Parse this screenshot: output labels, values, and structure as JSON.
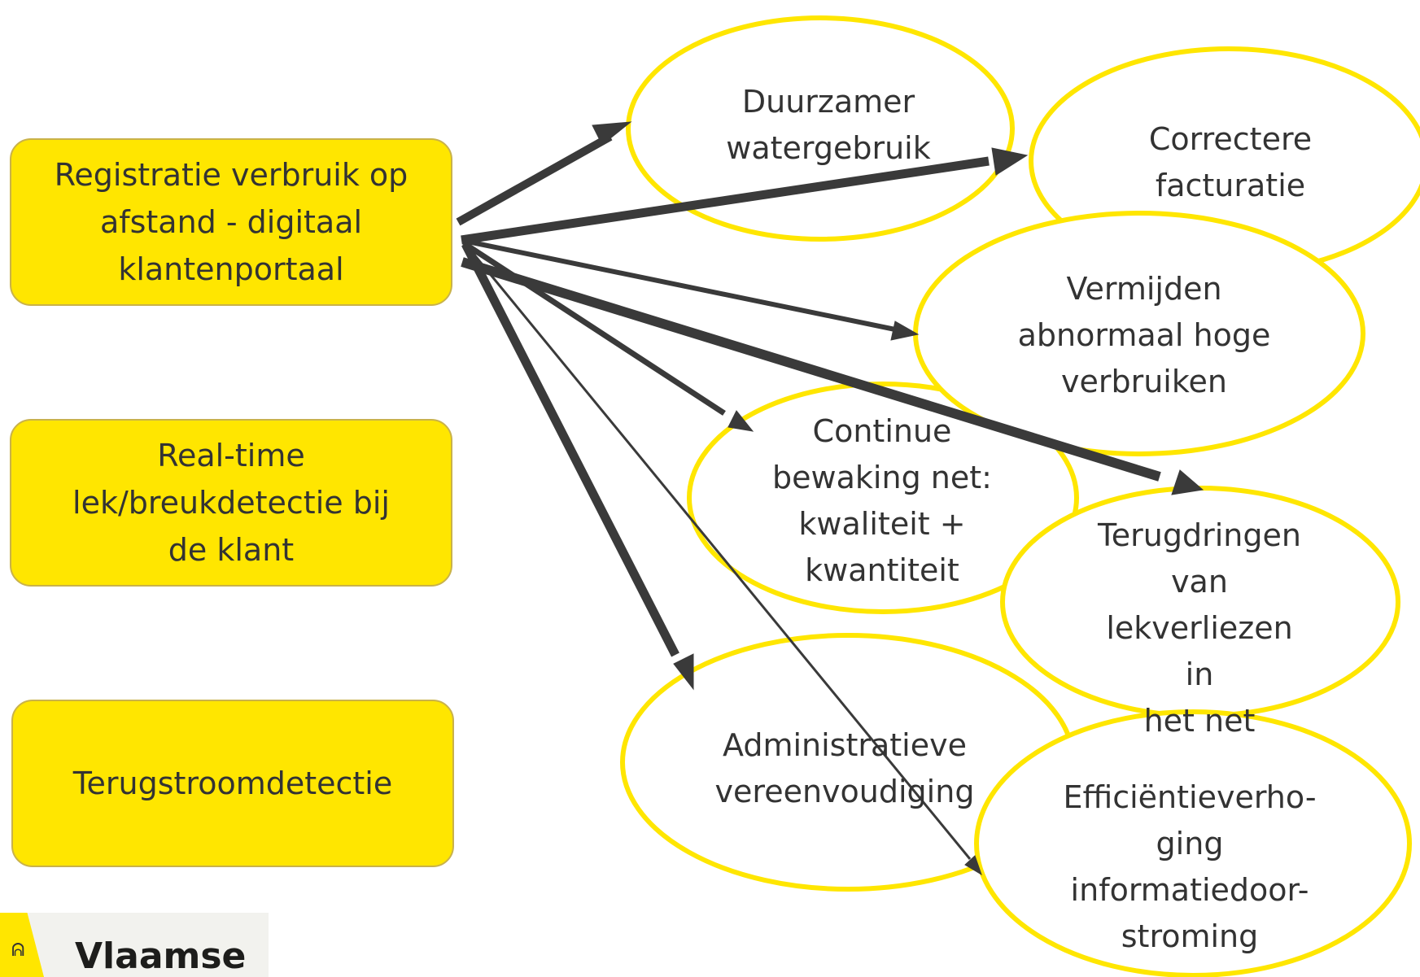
{
  "causes": [
    {
      "label": "Registratie verbruik op\nafstand  - digitaal\nklantenportaal"
    },
    {
      "label": "Real-time\nlek/breukdetectie bij\nde klant"
    },
    {
      "label": "Terugstroomdetectie"
    }
  ],
  "effects": [
    {
      "label": "Duurzamer\nwatergebruik"
    },
    {
      "label": "Correctere\nfacturatie"
    },
    {
      "label": "Vermijden\nabnormaal hoge\nverbruiken"
    },
    {
      "label": "Continue\nbewaking net:\nkwaliteit +\nkwantiteit"
    },
    {
      "label": "Terugdringen\nvan\nlekverliezen in\nhet net"
    },
    {
      "label": "Administratieve\nvereenvoudiging"
    },
    {
      "label": "Efficiëntieverho-\nging\ninformatiedoor-\nstroming"
    }
  ],
  "logo": {
    "text": "Vlaamse"
  },
  "colors": {
    "box_fill": "#ffe600",
    "ellipse_stroke": "#ffe600",
    "arrow": "#3a3a3a"
  }
}
